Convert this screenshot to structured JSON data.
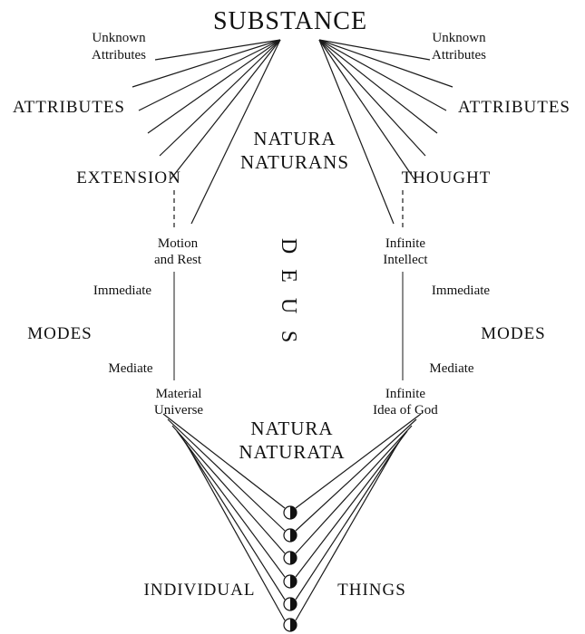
{
  "diagram": {
    "substance": "SUBSTANCE",
    "natura_naturans": [
      "NATURA",
      "NATURANS"
    ],
    "natura_naturata": [
      "NATURA",
      "NATURATA"
    ],
    "deus_letters": [
      "D",
      "E",
      "U",
      "S"
    ],
    "left": {
      "unknown_attributes": [
        "Unknown",
        "Attributes"
      ],
      "attributes": "ATTRIBUTES",
      "named_attribute": "EXTENSION",
      "immediate_mode": [
        "Motion",
        "and Rest"
      ],
      "immediate": "Immediate",
      "modes": "MODES",
      "mediate": "Mediate",
      "mediate_mode": [
        "Material",
        "Universe"
      ]
    },
    "right": {
      "unknown_attributes": [
        "Unknown",
        "Attributes"
      ],
      "attributes": "ATTRIBUTES",
      "named_attribute": "THOUGHT",
      "immediate_mode": [
        "Infinite",
        "Intellect"
      ],
      "immediate": "Immediate",
      "modes": "MODES",
      "mediate": "Mediate",
      "mediate_mode": [
        "Infinite",
        "Idea of God"
      ]
    },
    "individual": "INDIVIDUAL",
    "things": "THINGS"
  }
}
